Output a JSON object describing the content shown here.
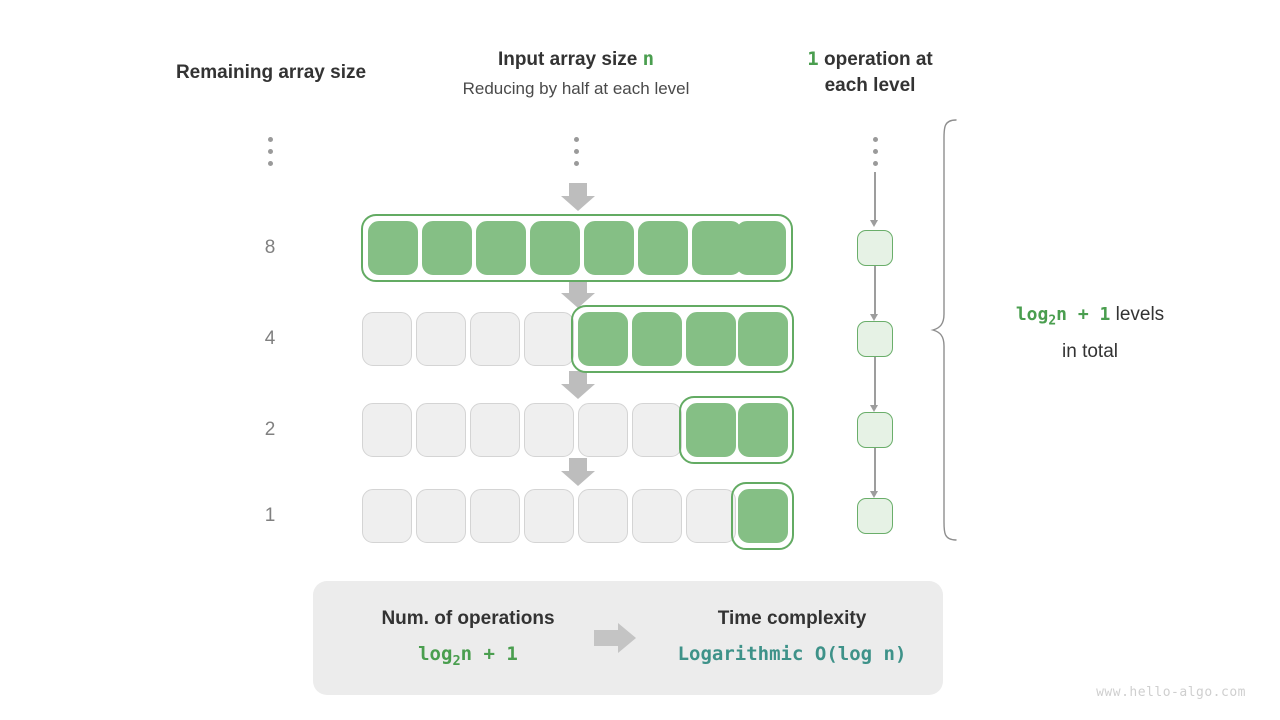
{
  "headers": {
    "left": "Remaining array size",
    "mid_title_prefix": "Input array size ",
    "mid_title_var": "n",
    "mid_subtitle": "Reducing by half at each level",
    "right_count": "1",
    "right_line1_rest": " operation at",
    "right_line2": "each level"
  },
  "levels": [
    {
      "size_label": "8",
      "total_cells": 8,
      "filled_cells": 8,
      "filled_start": 0
    },
    {
      "size_label": "4",
      "total_cells": 8,
      "filled_cells": 4,
      "filled_start": 4
    },
    {
      "size_label": "2",
      "total_cells": 8,
      "filled_cells": 2,
      "filled_start": 6
    },
    {
      "size_label": "1",
      "total_cells": 8,
      "filled_cells": 1,
      "filled_start": 7
    }
  ],
  "ellipsis": {
    "glyph": "vertical-ellipsis",
    "dot_count": 3
  },
  "right_note": {
    "expr": "log₂n + 1",
    "text_after": " levels",
    "line2": "in total"
  },
  "summary": {
    "left_title": "Num. of operations",
    "left_value": "log₂n + 1",
    "right_title": "Time complexity",
    "right_value": "Logarithmic  O(log n)"
  },
  "watermark": "www.hello-algo.com",
  "colors": {
    "cell_green": "#85bf85",
    "cell_green_border": "#63ab63",
    "cell_empty": "#efefef",
    "cell_empty_border": "#d4d4d4",
    "op_cell": "#e6f2e5",
    "accent_green": "#4a9e4f",
    "accent_teal": "#3e9289",
    "arrow_gray": "#bdbdbd",
    "text_dark": "#333333",
    "label_gray": "#808080",
    "panel_gray": "#ececec"
  }
}
